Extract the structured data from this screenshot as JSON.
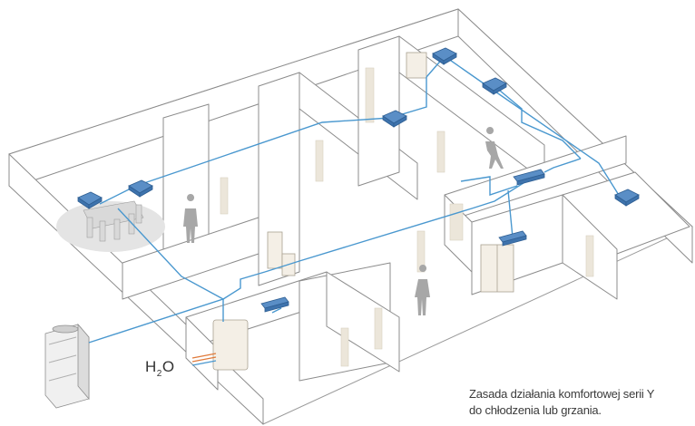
{
  "labels": {
    "h2o_main": "H",
    "h2o_sub": "2",
    "h2o_tail": "O"
  },
  "caption": {
    "line1": "Zasada działania komfortowej serii Y",
    "line2": "do chłodzenia lub grzania."
  },
  "colors": {
    "pipe": "#4a98cf",
    "indoor_unit": "#5a8ec6",
    "wall_outline": "#8c8c8c",
    "door": "#ece6da"
  }
}
